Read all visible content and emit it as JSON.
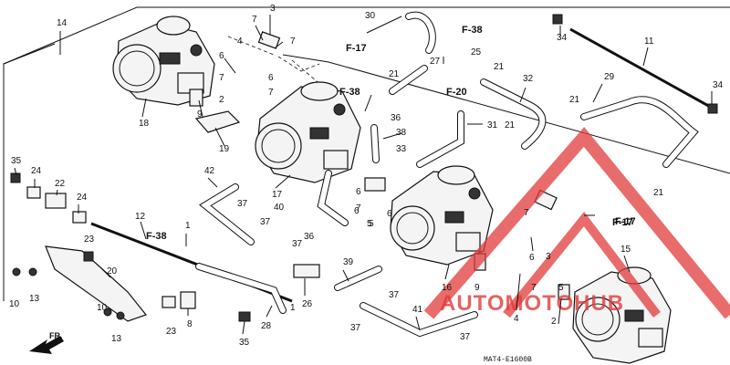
{
  "diagram": {
    "part_numbers": [
      "14",
      "3",
      "7",
      "7",
      "6",
      "7",
      "4",
      "2",
      "9",
      "18",
      "19",
      "5",
      "6",
      "6",
      "7",
      "F-17",
      "21",
      "25",
      "21",
      "30",
      "F-38",
      "27",
      "34",
      "11",
      "34",
      "F-38",
      "36",
      "38",
      "33",
      "17",
      "F-20",
      "31",
      "21",
      "32",
      "29",
      "21",
      "21",
      "35",
      "24",
      "22",
      "24",
      "42",
      "37",
      "37",
      "40",
      "37",
      "36",
      "6",
      "7",
      "5",
      "6",
      "16",
      "7",
      "3",
      "F-17",
      "6",
      "7",
      "1",
      "12",
      "F-38",
      "23",
      "20",
      "10",
      "13",
      "10",
      "13",
      "23",
      "8",
      "28",
      "1",
      "26",
      "39",
      "37",
      "37",
      "41",
      "37",
      "35",
      "9",
      "4",
      "2",
      "15",
      "5",
      "F-17"
    ],
    "reference_codes": [
      "F-17",
      "F-38",
      "F-20",
      "F-17",
      "F-38"
    ],
    "diagram_code": "MAT4-E1600B",
    "front_label": "FR."
  },
  "watermark": {
    "text": "AUTOMOTOHUB",
    "color": "#e23b3b"
  }
}
